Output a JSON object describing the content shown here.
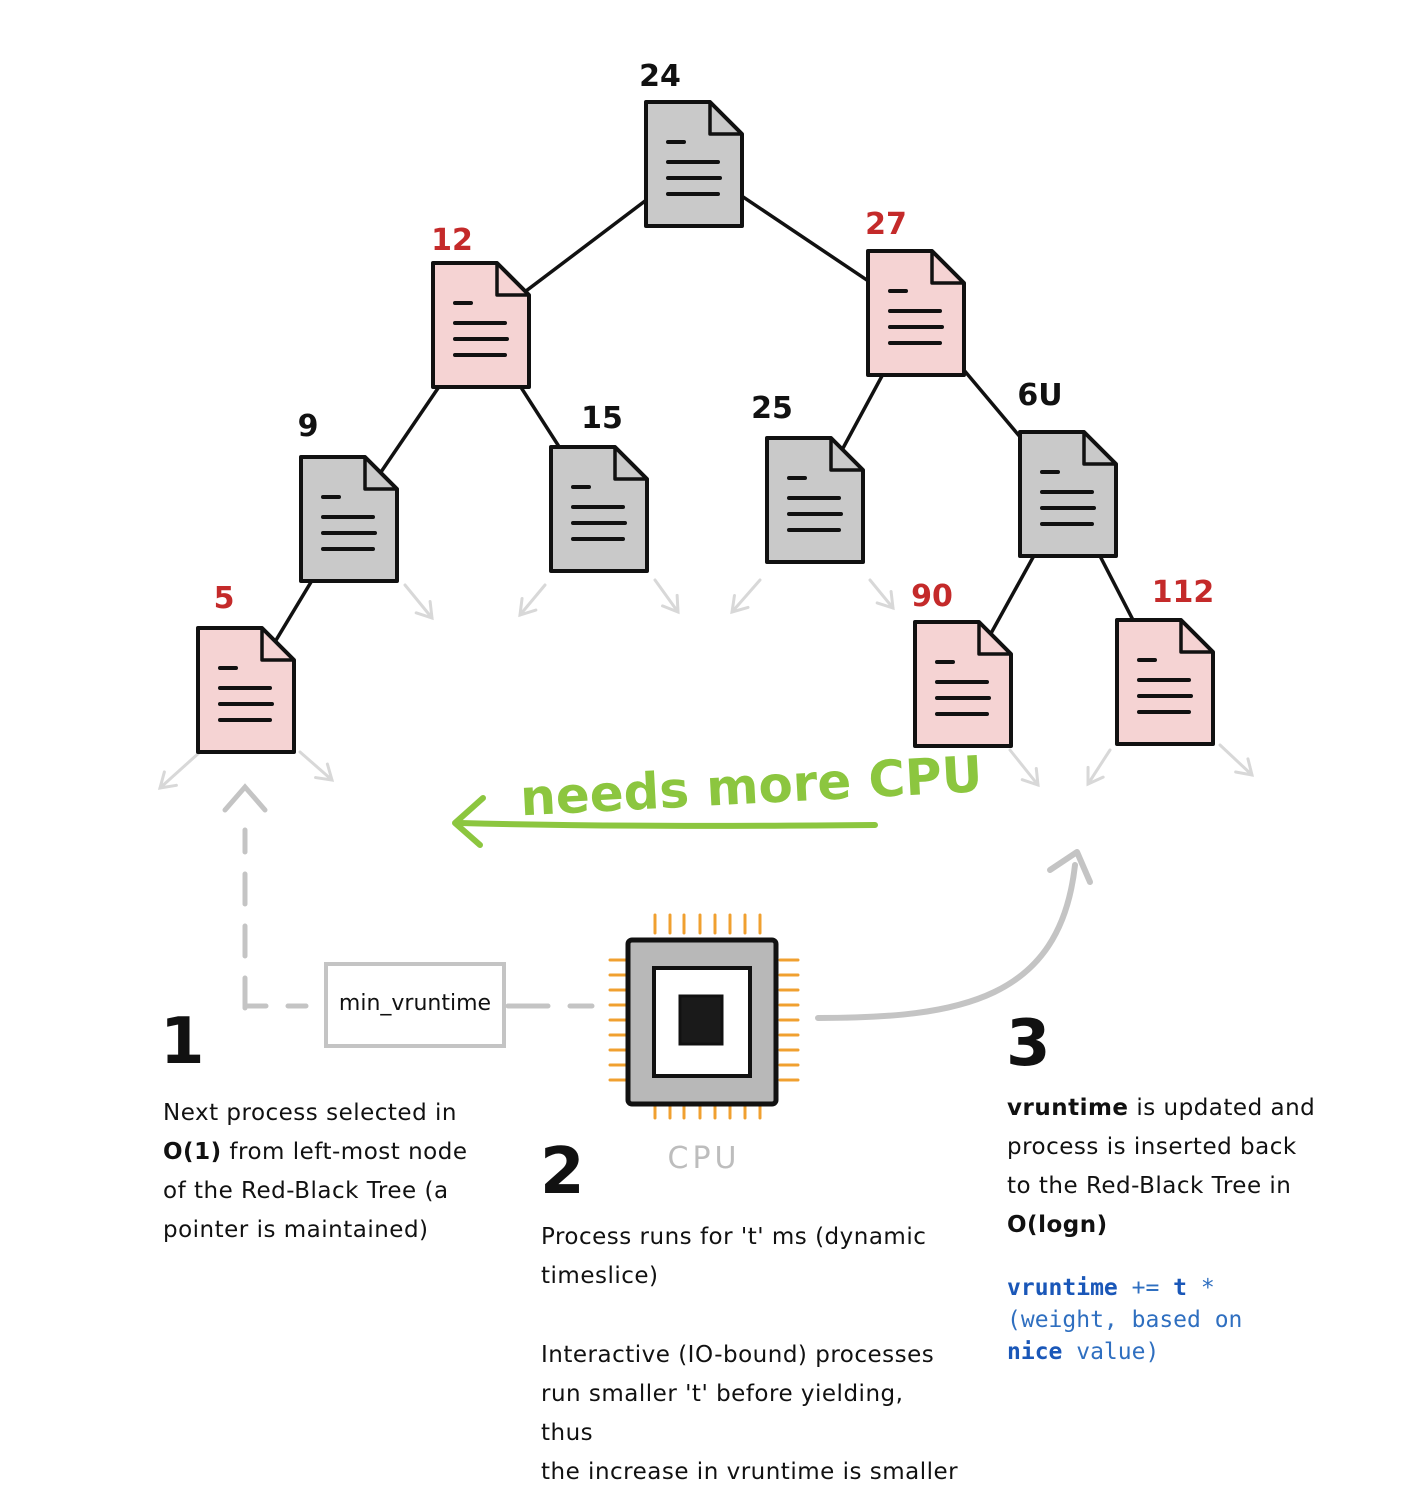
{
  "tree": {
    "nodes": [
      {
        "id": "n24",
        "label": "24",
        "color": "black"
      },
      {
        "id": "n12",
        "label": "12",
        "color": "red"
      },
      {
        "id": "n27",
        "label": "27",
        "color": "red"
      },
      {
        "id": "n9",
        "label": "9",
        "color": "black"
      },
      {
        "id": "n15",
        "label": "15",
        "color": "black"
      },
      {
        "id": "n25",
        "label": "25",
        "color": "black"
      },
      {
        "id": "n60",
        "label": "6U",
        "color": "black"
      },
      {
        "id": "n5",
        "label": "5",
        "color": "red"
      },
      {
        "id": "n90",
        "label": "90",
        "color": "red"
      },
      {
        "id": "n112",
        "label": "112",
        "color": "red"
      }
    ],
    "edges": [
      [
        "n24",
        "n12"
      ],
      [
        "n24",
        "n27"
      ],
      [
        "n12",
        "n9"
      ],
      [
        "n12",
        "n15"
      ],
      [
        "n27",
        "n25"
      ],
      [
        "n27",
        "n60"
      ],
      [
        "n9",
        "n5"
      ],
      [
        "n60",
        "n90"
      ],
      [
        "n60",
        "n112"
      ]
    ]
  },
  "colors": {
    "red_node_fill": "#f5d3d3",
    "black_node_fill": "#c9c9c9",
    "red_label": "#c42a2a",
    "black_label": "#111111",
    "arrow_green": "#8cc63f",
    "flow_gray": "#c4c4c4",
    "cpu_pins": "#f0a030",
    "code_blue": "#2f6fc0"
  },
  "labels": {
    "needs_more_cpu": "needs more CPU",
    "min_vruntime": "min_vruntime",
    "cpu": "CPU"
  },
  "step1": {
    "number": "1",
    "line1": "Next process selected in",
    "line2_bold": "O(1)",
    "line2_rest": " from left-most node",
    "line3": "of the Red-Black Tree (a",
    "line4": "pointer is maintained)"
  },
  "step2": {
    "number": "2",
    "para1_line1": "Process runs for 't' ms (dynamic",
    "para1_line2": "timeslice)",
    "para2_line1": "Interactive (IO-bound) processes",
    "para2_line2": "run  smaller 't' before yielding, thus",
    "para2_line3": "the increase in vruntime is smaller"
  },
  "step3": {
    "number": "3",
    "line1_bold": "vruntime",
    "line1_rest": " is updated and",
    "line2": "process is inserted back",
    "line3": "to the Red-Black Tree in",
    "line4_bold": "O(logn)",
    "code": {
      "var": "vruntime",
      "op": " += ",
      "t": "t",
      "mul": " *",
      "line2": "(weight, based on",
      "nice": "nice",
      "value": " value)"
    }
  }
}
